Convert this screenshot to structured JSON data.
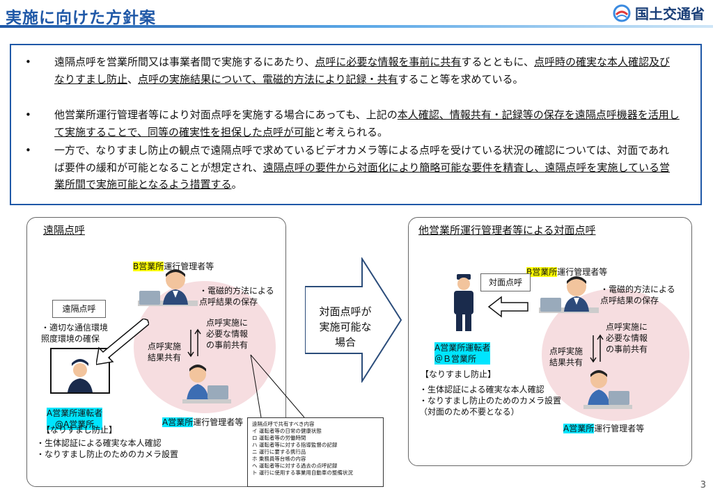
{
  "header": {
    "title": "実施に向けた方針案",
    "logo_text": "国土交通省"
  },
  "bullets": [
    {
      "parts": [
        {
          "t": "遠隔点呼を営業所間又は事業者間で実施するにあたり、",
          "u": false
        },
        {
          "t": "点呼に必要な情報を事前に共有",
          "u": true
        },
        {
          "t": "するとともに、",
          "u": false
        },
        {
          "t": "点呼時の確実な本人確認及びなりすまし防止",
          "u": true
        },
        {
          "t": "、",
          "u": false
        },
        {
          "t": "点呼の実施結果について、電磁的方法により記録・共有",
          "u": true
        },
        {
          "t": "すること等を求めている。",
          "u": false
        }
      ]
    },
    {
      "parts": [
        {
          "t": "他営業所運行管理者等により対面点呼を実施する場合にあっても、上記の",
          "u": false
        },
        {
          "t": "本人確認、情報共有・記録等の保存を遠隔点呼機器を活用して実施することで、同等の確実性を担保した点呼が可能",
          "u": true
        },
        {
          "t": "と考えられる。",
          "u": false
        }
      ]
    },
    {
      "parts": [
        {
          "t": "一方で、なりすまし防止の観点で遠隔点呼で求めているビデオカメラ等による点呼を受けている状況の確認については、対面であれば要件の緩和が可能となることが想定され、",
          "u": false
        },
        {
          "t": "遠隔点呼の要件から対面化により簡略可能な要件を精査し、遠隔点呼を実施している営業所間で実施可能となるよう措置する",
          "u": true
        },
        {
          "t": "。",
          "u": false
        }
      ]
    }
  ],
  "left_panel": {
    "title": "遠隔点呼",
    "b_office": "B営業所",
    "b_office_suffix": "運行管理者等",
    "remote_box": "遠隔点呼",
    "env_note": "・適切な通信環境\n照度環境の確保",
    "electro_note": "・電磁的方法による\n点呼結果の保存",
    "share_left": "点呼実施\n結果共有",
    "share_right": "点呼実施に\n必要な情報\nの事前共有",
    "a_driver": "A営業所運転者\n@A営業所",
    "a_office": "A営業所",
    "a_office_suffix": "運行管理者等",
    "spoof_title": "【なりすまし防止】",
    "spoof_items": "・生体認証による確実な本人確認\n・なりすまし防止のためのカメラ設置"
  },
  "arrow_text": "対面点呼が\n実施可能な\n場合",
  "checklist": {
    "title": "遠隔点呼で共有すべき内容",
    "items": [
      "イ 運転者等の日常の健康状態",
      "ロ 運転者等の労働時間",
      "ハ 運転者等に対する指導監督の記録",
      "ニ 運行に要する携行品",
      "ホ 乗務員等台帳の内容",
      "ヘ 運転者等に対する過去の点呼記録",
      "ト 運行に使用する事業用自動車の整備状況"
    ]
  },
  "right_panel": {
    "title": "他営業所運行管理者等による対面点呼",
    "b_office": "B営業所",
    "b_office_suffix": "運行管理者等",
    "face_box": "対面点呼",
    "electro_note": "・電磁的方法による\n点呼結果の保存",
    "share_left": "点呼実施\n結果共有",
    "share_right": "点呼実施に\n必要な情報\nの事前共有",
    "a_driver": "A営業所運転者\n＠Ｂ営業所",
    "a_office": "A営業所",
    "a_office_suffix": "運行管理者等",
    "spoof_title": "【なりすまし防止】",
    "spoof_items": "・生体認証による確実な本人確認\n・なりすまし防止のためのカメラ設置\n（対面のため不要となる）"
  },
  "page_number": "3"
}
